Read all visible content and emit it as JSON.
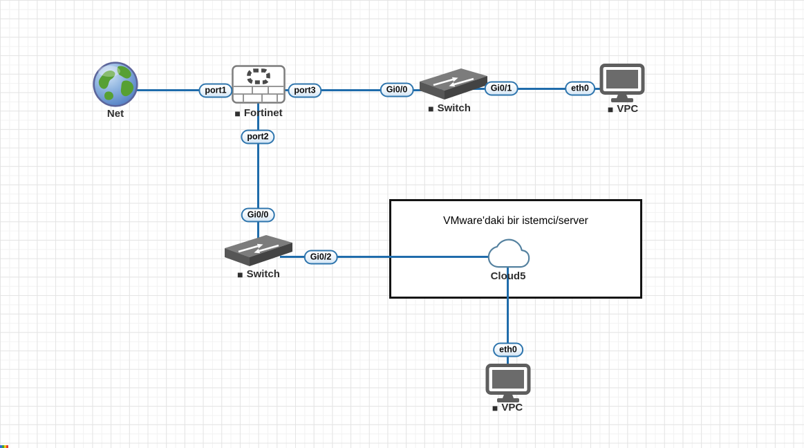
{
  "nodes": {
    "net": {
      "label": "Net"
    },
    "fortinet": {
      "marker": "■",
      "label": "Fortinet"
    },
    "switch_top": {
      "marker": "■",
      "label": "Switch"
    },
    "vpc_top": {
      "marker": "■",
      "label": "VPC"
    },
    "switch_left": {
      "marker": "■",
      "label": "Switch"
    },
    "cloud": {
      "label": "Cloud5"
    },
    "vpc_bottom": {
      "marker": "■",
      "label": "VPC"
    }
  },
  "ports": {
    "port1": "port1",
    "port3": "port3",
    "gi00_top": "Gi0/0",
    "gi01_top": "Gi0/1",
    "eth0_top": "eth0",
    "port2": "port2",
    "gi00_left": "Gi0/0",
    "gi02_left": "Gi0/2",
    "eth0_bottom": "eth0"
  },
  "annotation": {
    "text": "VMware'daki bir istemci/server"
  },
  "colors": {
    "link": "#1f6cab",
    "port_pill_border": "#2e75ad",
    "port_pill_fill": "#d5e6f5",
    "node_label_text": "#2e2e2e",
    "annotation_border": "#141414",
    "annotation_bg": "#ffffff",
    "grid_major": "#e4e4e4",
    "grid_minor": "#f2f2f2",
    "canvas_bg": "#ffffff",
    "corner_sliver": [
      "#2f6fd8",
      "#41a63c",
      "#f2c410",
      "#e23d2e"
    ]
  },
  "icons": {
    "status_marker": "■",
    "net": "globe-icon",
    "fortinet": "firewall-icon",
    "switch": "ethernet-switch-icon",
    "vpc": "monitor-icon",
    "cloud": "cloud-icon"
  }
}
